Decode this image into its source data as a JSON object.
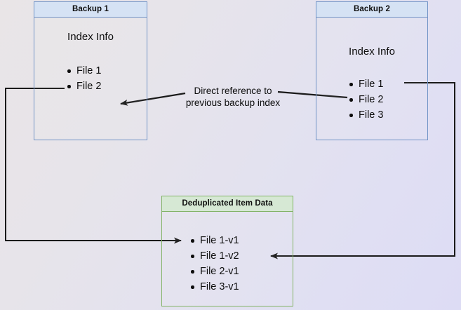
{
  "diagram": {
    "title": "Deduplicated backup index reference diagram",
    "background": {
      "color_start": "#e9e5e7",
      "color_end": "#dddcf4"
    },
    "colors": {
      "blue_border": "#7193c6",
      "blue_header_fill": "#d5e2f4",
      "green_border": "#82b366",
      "green_header_fill": "#d6e8d4",
      "connector": "#1a1a1a",
      "text": "#0d0d0d"
    },
    "boxes": {
      "backup1": {
        "header": "Backup 1",
        "section_label": "Index Info",
        "items": [
          "File 1",
          "File 2"
        ]
      },
      "backup2": {
        "header": "Backup 2",
        "section_label": "Index Info",
        "items": [
          "File 1",
          "File 2",
          "File 3"
        ]
      },
      "dedup": {
        "header": "Deduplicated Item Data",
        "items": [
          "File 1-v1",
          "File 1-v2",
          "File 2-v1",
          "File 3-v1"
        ]
      }
    },
    "annotations": {
      "direct_reference": {
        "line1": "Direct reference to",
        "line2": "previous backup index"
      }
    },
    "connectors": [
      {
        "name": "backup2-index-to-backup1-index",
        "from": "Backup 2 / File 2",
        "to": "Backup 1 / File 2",
        "label": "Direct reference to previous backup index"
      },
      {
        "name": "backup1-file1-to-dedup-file1v1",
        "from": "Backup 1 / File 1",
        "to": "Deduplicated Item Data / File 1-v1"
      },
      {
        "name": "backup2-file1-to-dedup-file1v2",
        "from": "Backup 2 / File 1",
        "to": "Deduplicated Item Data / File 1-v2"
      }
    ]
  }
}
